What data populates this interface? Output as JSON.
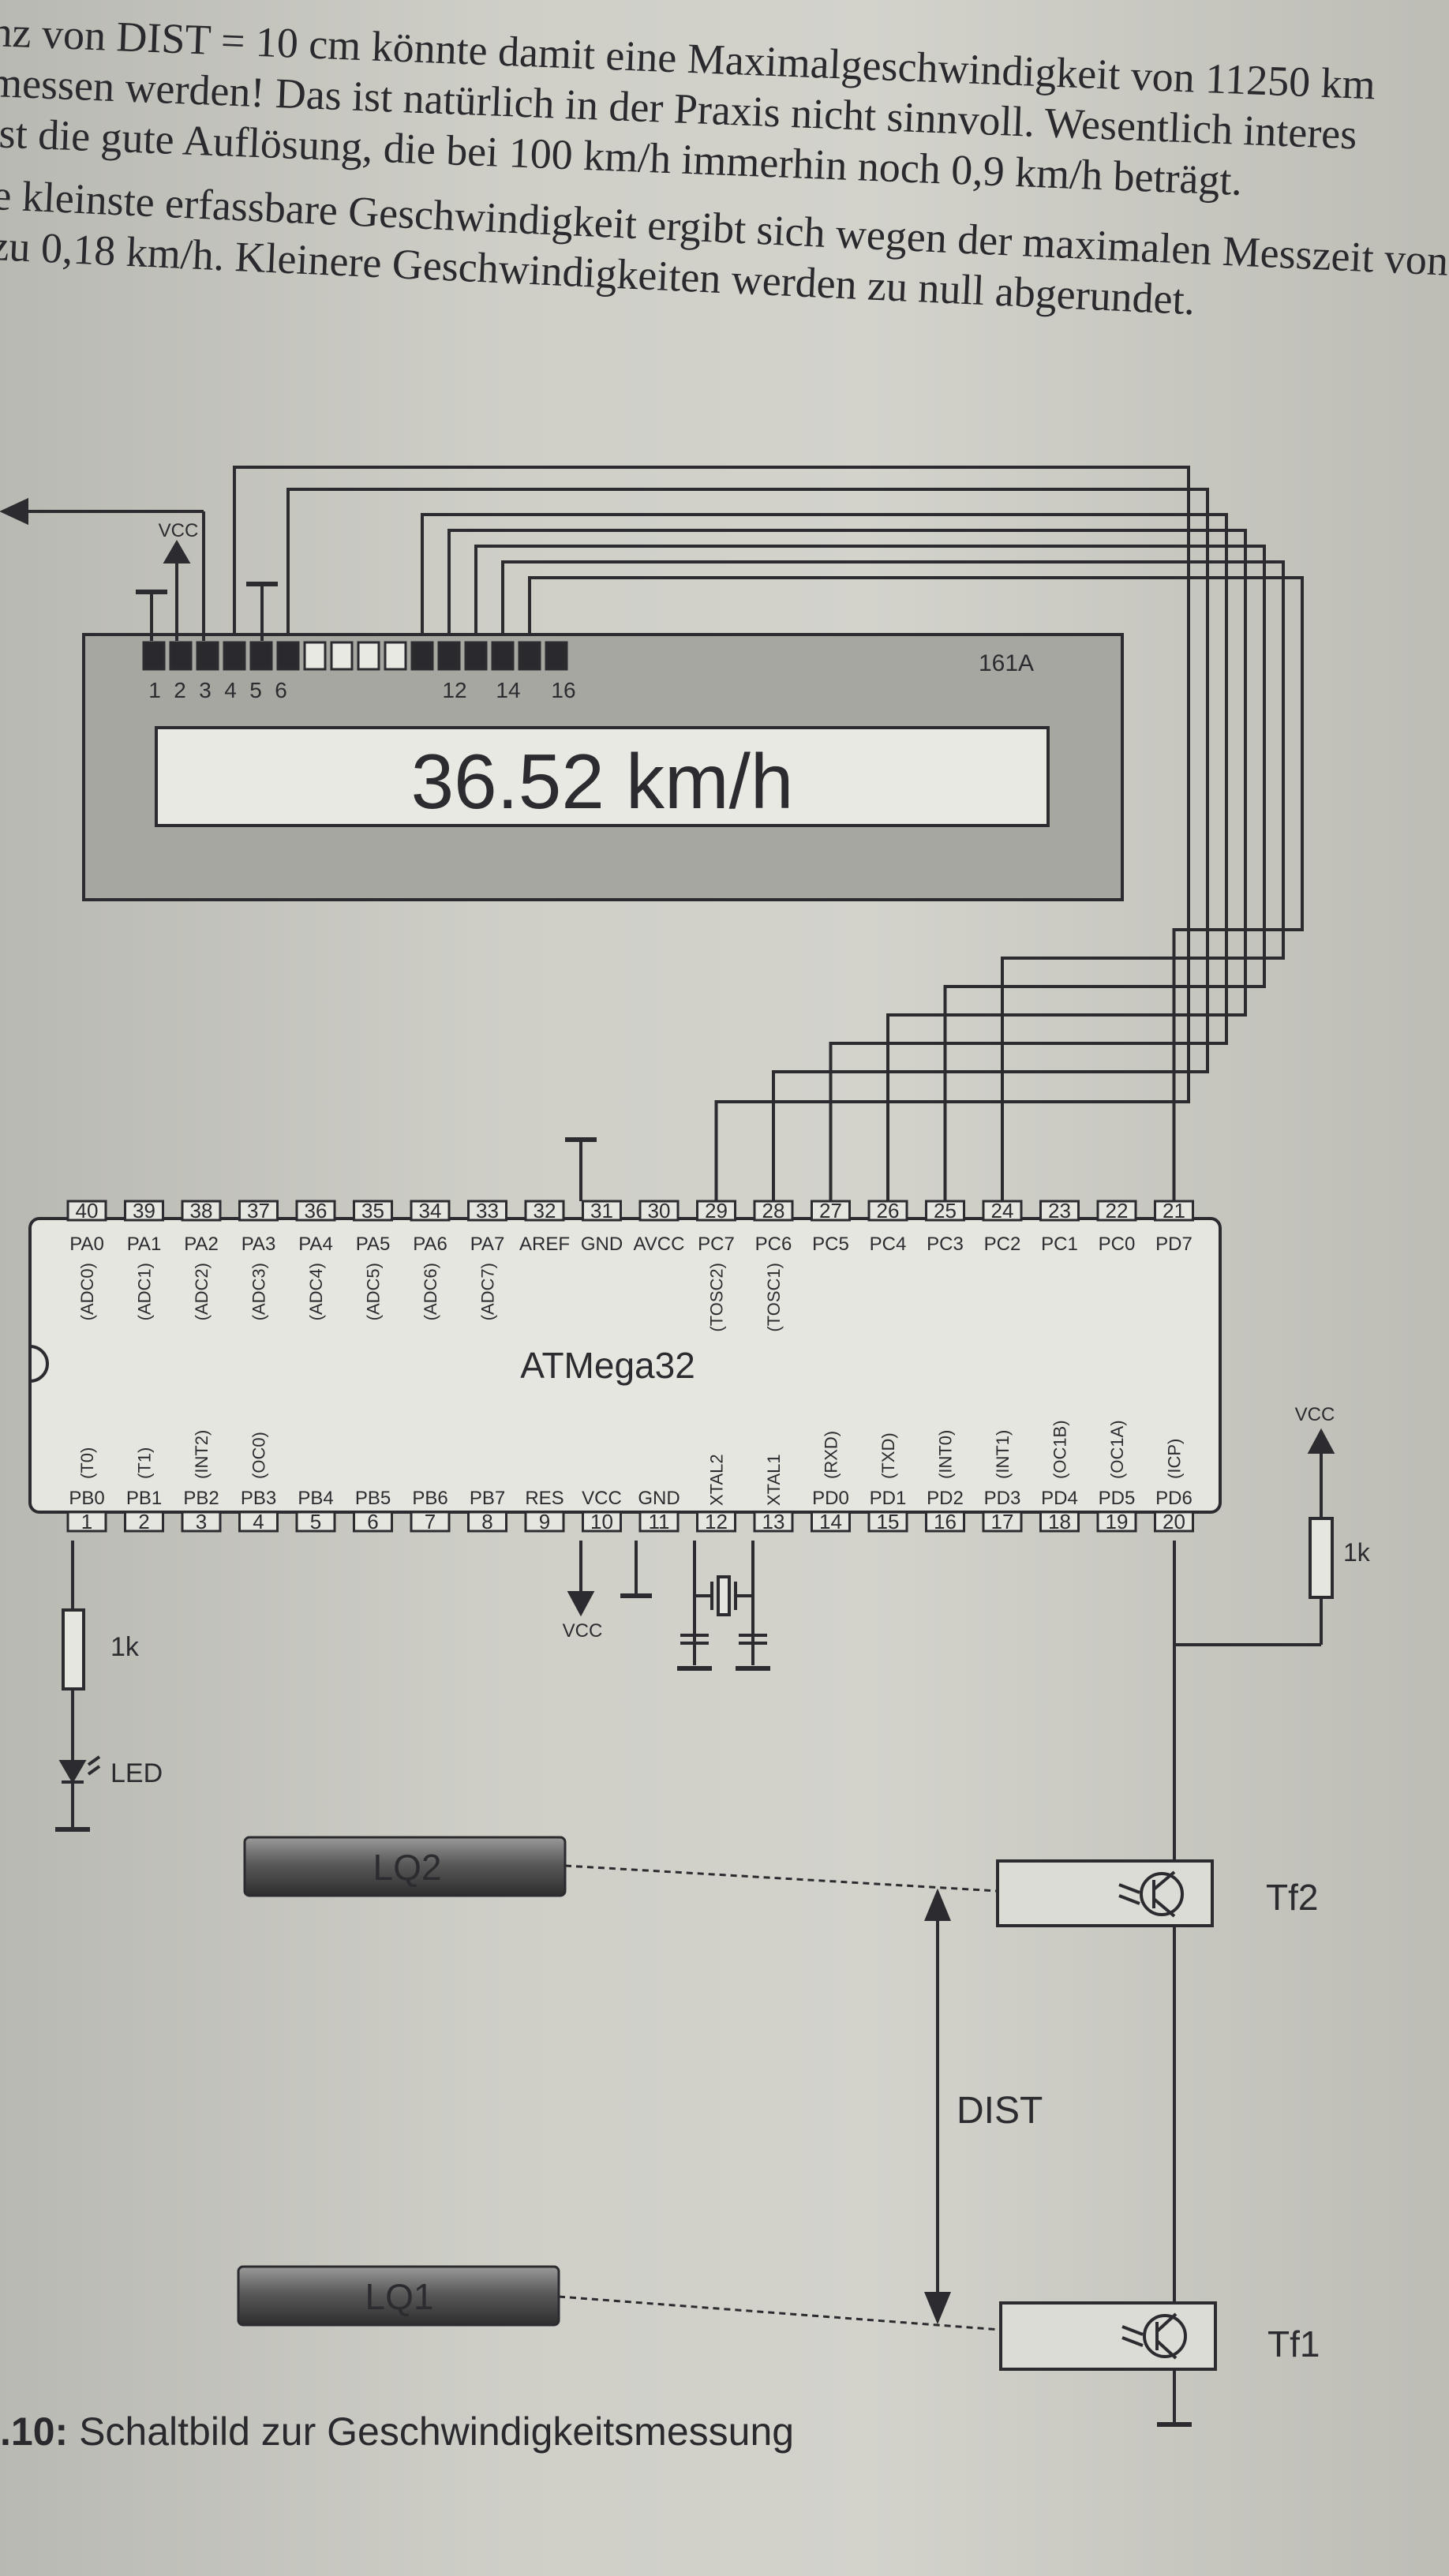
{
  "prose": {
    "para1": [
      "nz von DIST = 10 cm könnte damit eine Maximalgeschwindigkeit von 11250 km",
      "messen werden! Das ist natürlich in der Praxis nicht sinnvoll. Wesentlich interes",
      "ist die gute Auflösung, die bei 100 km/h immerhin noch 0,9 km/h beträgt."
    ],
    "para2": [
      "e kleinste erfassbare Geschwindigkeit ergibt sich wegen der maximalen Messzeit von",
      "zu 0,18 km/h. Kleinere Geschwindigkeiten werden zu null abgerundet."
    ]
  },
  "lcd": {
    "model": "161A",
    "display": "36.52 km/h",
    "pin_numbers": [
      "1",
      "2",
      "3",
      "4",
      "5",
      "6",
      "12",
      "14",
      "16"
    ],
    "vcc": "VCC"
  },
  "mcu": {
    "name": "ATMega32",
    "top_pins": [
      {
        "num": "40",
        "name": "PA0",
        "alt": "(ADC0)"
      },
      {
        "num": "39",
        "name": "PA1",
        "alt": "(ADC1)"
      },
      {
        "num": "38",
        "name": "PA2",
        "alt": "(ADC2)"
      },
      {
        "num": "37",
        "name": "PA3",
        "alt": "(ADC3)"
      },
      {
        "num": "36",
        "name": "PA4",
        "alt": "(ADC4)"
      },
      {
        "num": "35",
        "name": "PA5",
        "alt": "(ADC5)"
      },
      {
        "num": "34",
        "name": "PA6",
        "alt": "(ADC6)"
      },
      {
        "num": "33",
        "name": "PA7",
        "alt": "(ADC7)"
      },
      {
        "num": "32",
        "name": "AREF",
        "alt": ""
      },
      {
        "num": "31",
        "name": "GND",
        "alt": ""
      },
      {
        "num": "30",
        "name": "AVCC",
        "alt": ""
      },
      {
        "num": "29",
        "name": "PC7",
        "alt": "(TOSC2)"
      },
      {
        "num": "28",
        "name": "PC6",
        "alt": "(TOSC1)"
      },
      {
        "num": "27",
        "name": "PC5",
        "alt": ""
      },
      {
        "num": "26",
        "name": "PC4",
        "alt": ""
      },
      {
        "num": "25",
        "name": "PC3",
        "alt": ""
      },
      {
        "num": "24",
        "name": "PC2",
        "alt": ""
      },
      {
        "num": "23",
        "name": "PC1",
        "alt": ""
      },
      {
        "num": "22",
        "name": "PC0",
        "alt": ""
      },
      {
        "num": "21",
        "name": "PD7",
        "alt": ""
      }
    ],
    "bottom_pins": [
      {
        "num": "1",
        "name": "PB0",
        "alt": "(T0)"
      },
      {
        "num": "2",
        "name": "PB1",
        "alt": "(T1)"
      },
      {
        "num": "3",
        "name": "PB2",
        "alt": "(INT2)"
      },
      {
        "num": "4",
        "name": "PB3",
        "alt": "(OC0)"
      },
      {
        "num": "5",
        "name": "PB4",
        "alt": ""
      },
      {
        "num": "6",
        "name": "PB5",
        "alt": ""
      },
      {
        "num": "7",
        "name": "PB6",
        "alt": ""
      },
      {
        "num": "8",
        "name": "PB7",
        "alt": ""
      },
      {
        "num": "9",
        "name": "RES",
        "alt": ""
      },
      {
        "num": "10",
        "name": "VCC",
        "alt": ""
      },
      {
        "num": "11",
        "name": "GND",
        "alt": ""
      },
      {
        "num": "12",
        "name": "XTAL2",
        "alt": ""
      },
      {
        "num": "13",
        "name": "XTAL1",
        "alt": ""
      },
      {
        "num": "14",
        "name": "PD0",
        "alt": "(RXD)"
      },
      {
        "num": "15",
        "name": "PD1",
        "alt": "(TXD)"
      },
      {
        "num": "16",
        "name": "PD2",
        "alt": "(INT0)"
      },
      {
        "num": "17",
        "name": "PD3",
        "alt": "(INT1)"
      },
      {
        "num": "18",
        "name": "PD4",
        "alt": "(OC1B)"
      },
      {
        "num": "19",
        "name": "PD5",
        "alt": "(OC1A)"
      },
      {
        "num": "20",
        "name": "PD6",
        "alt": "(ICP)"
      }
    ]
  },
  "components": {
    "resistor_left": "1k",
    "led": "LED",
    "resistor_right": "1k",
    "vcc_right": "VCC",
    "vcc_pin10": "VCC",
    "light_source_2": "LQ2",
    "light_source_1": "LQ1",
    "phototransistor_2": "Tf2",
    "phototransistor_1": "Tf1",
    "distance": "DIST"
  },
  "caption": {
    "number": ".10:",
    "text": "Schaltbild zur Geschwindigkeitsmessung"
  }
}
